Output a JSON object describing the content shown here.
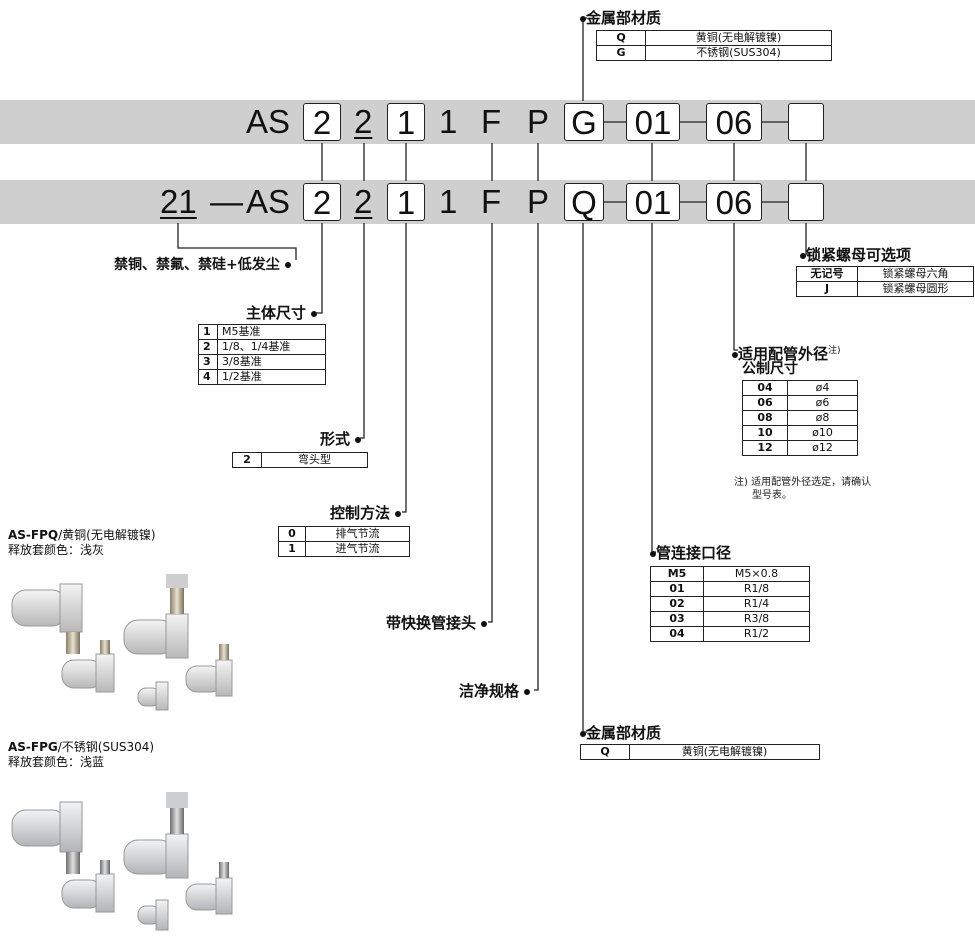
{
  "top_material": {
    "title": "金属部材质",
    "rows": [
      [
        "Q",
        "黄铜(无电解镀镍)"
      ],
      [
        "G",
        "不锈钢(SUS304)"
      ]
    ]
  },
  "model_top": {
    "prefix": "AS",
    "parts": [
      "2",
      "2",
      "1",
      "1",
      "F",
      "P",
      "G",
      "01",
      "06",
      ""
    ]
  },
  "model_bottom": {
    "prefix_num": "21",
    "dash": "—",
    "prefix": "AS",
    "parts": [
      "2",
      "2",
      "1",
      "1",
      "F",
      "P",
      "Q",
      "01",
      "06",
      ""
    ]
  },
  "copper_free": {
    "label": "禁铜、禁氟、禁硅+低发尘"
  },
  "body_size": {
    "title": "主体尺寸",
    "rows": [
      [
        "1",
        "M5基准"
      ],
      [
        "2",
        "1/8、1/4基准"
      ],
      [
        "3",
        "3/8基准"
      ],
      [
        "4",
        "1/2基准"
      ]
    ]
  },
  "form": {
    "title": "形式",
    "rows": [
      [
        "2",
        "弯头型"
      ]
    ]
  },
  "control": {
    "title": "控制方法",
    "rows": [
      [
        "0",
        "排气节流"
      ],
      [
        "1",
        "进气节流"
      ]
    ]
  },
  "fitting": {
    "label": "带快换管接头"
  },
  "clean": {
    "label": "洁净规格"
  },
  "bottom_material": {
    "title": "金属部材质",
    "rows": [
      [
        "Q",
        "黄铜(无电解镀镍)"
      ]
    ]
  },
  "lock_nut": {
    "title": "锁紧螺母可选项",
    "rows": [
      [
        "无记号",
        "锁紧螺母六角"
      ],
      [
        "J",
        "锁紧螺母圆形"
      ]
    ]
  },
  "tube_od": {
    "title": "适用配管外径",
    "sup": "注)",
    "subtitle": "公制尺寸",
    "rows": [
      [
        "04",
        "ø4"
      ],
      [
        "06",
        "ø6"
      ],
      [
        "08",
        "ø8"
      ],
      [
        "10",
        "ø10"
      ],
      [
        "12",
        "ø12"
      ]
    ],
    "note1": "注) 适用配管外径选定，请确认",
    "note2": "型号表。"
  },
  "port": {
    "title": "管连接口径",
    "rows": [
      [
        "M5",
        "M5×0.8"
      ],
      [
        "01",
        "R1/8"
      ],
      [
        "02",
        "R1/4"
      ],
      [
        "03",
        "R3/8"
      ],
      [
        "04",
        "R1/2"
      ]
    ]
  },
  "product1": {
    "model": "AS-FPQ",
    "desc": "/黄铜(无电解镀镍)",
    "color": "释放套颜色：浅灰"
  },
  "product2": {
    "model": "AS-FPG",
    "desc": "/不锈钢(SUS304)",
    "color": "释放套颜色：浅蓝"
  }
}
